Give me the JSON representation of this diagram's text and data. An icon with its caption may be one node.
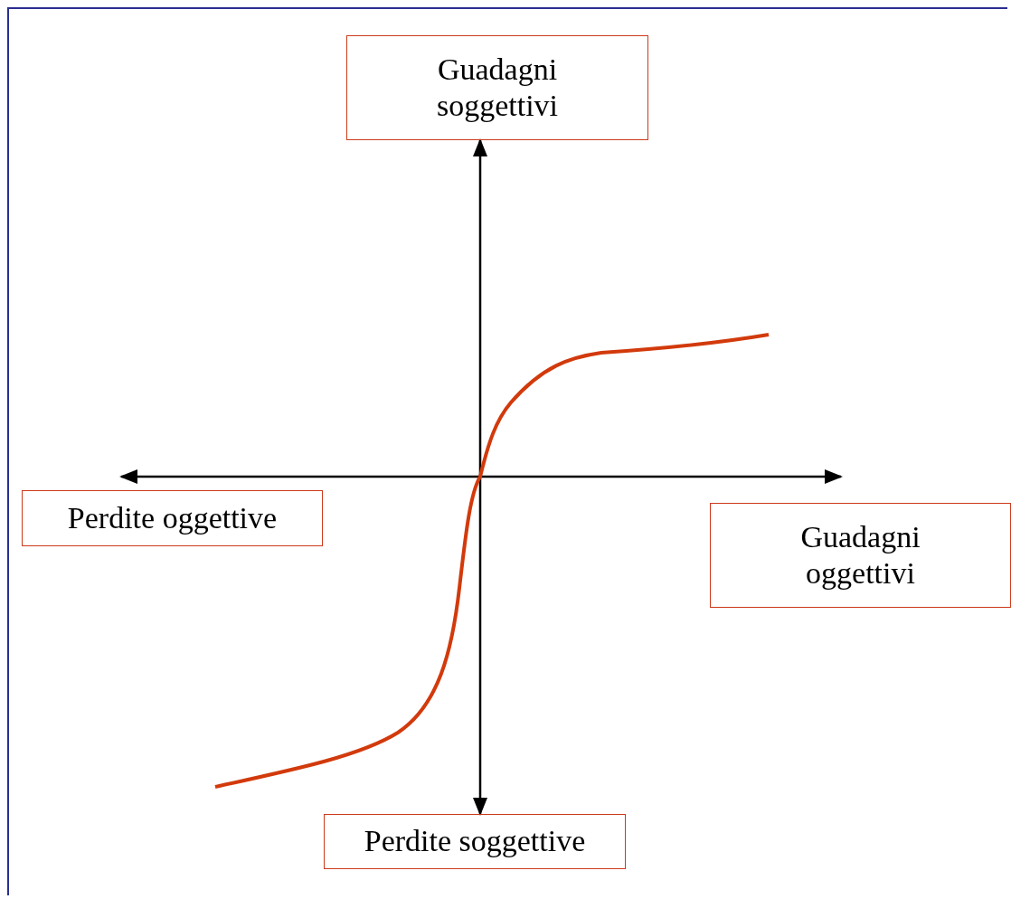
{
  "diagram": {
    "nodes": [
      {
        "text": [
          "Guadagni soggettivi"
        ]
      },
      {
        "text": [
          "Perdite oggettive"
        ]
      },
      {
        "text": [
          "Guadagni oggettivi"
        ]
      },
      {
        "text": [
          "Perdite soggettive"
        ]
      }
    ],
    "edges": [
      {
        "from": 3,
        "to": 0,
        "arrow": "both"
      }
    ]
  }
}
